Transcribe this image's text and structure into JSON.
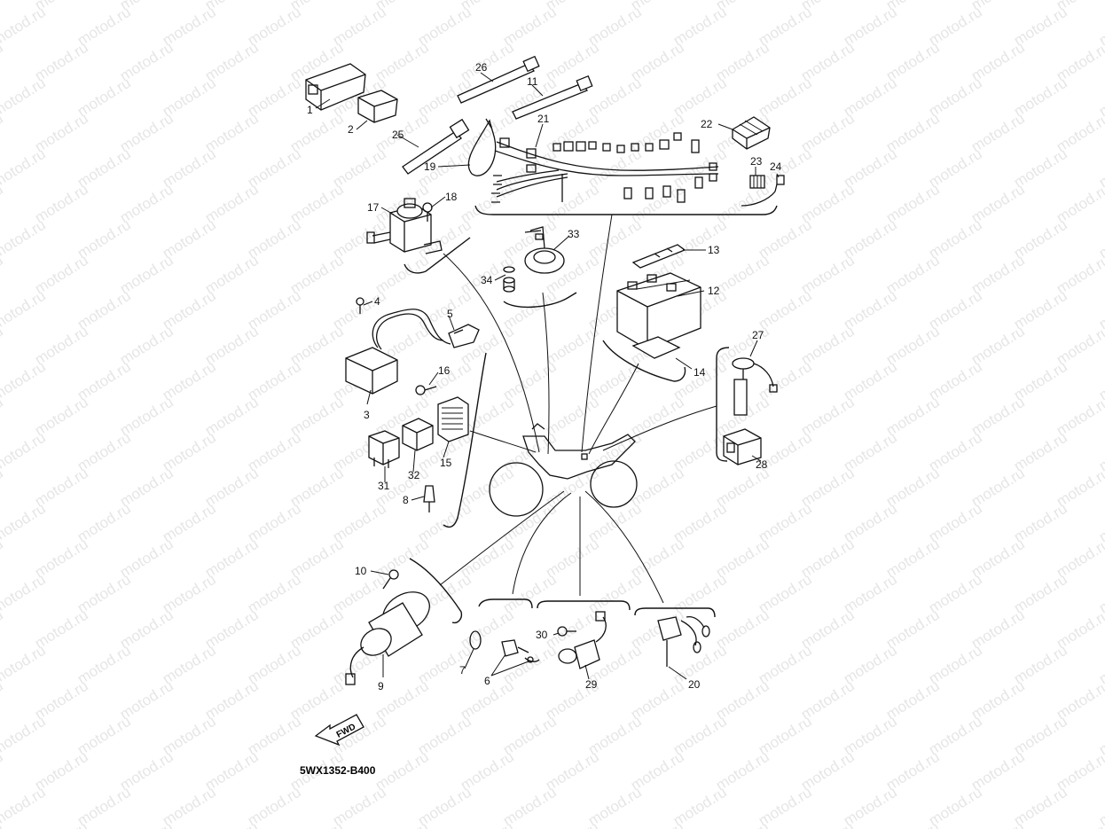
{
  "watermark": "motod.ru",
  "diagram_code": "5WX1352-B400",
  "fwd_label": "FWD",
  "callouts": [
    "1",
    "2",
    "3",
    "4",
    "5",
    "6",
    "7",
    "8",
    "9",
    "10",
    "11",
    "12",
    "13",
    "14",
    "15",
    "16",
    "17",
    "18",
    "19",
    "20",
    "21",
    "22",
    "23",
    "24",
    "25",
    "26",
    "27",
    "28",
    "29",
    "30",
    "31",
    "32",
    "33",
    "34"
  ]
}
